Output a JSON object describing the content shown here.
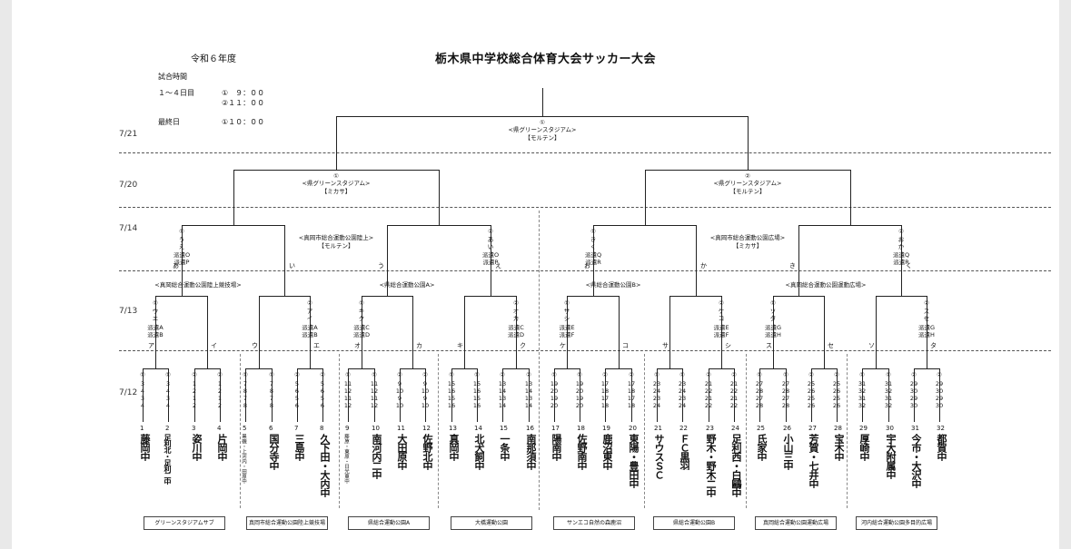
{
  "header": {
    "era": "令和６年度",
    "title": "栃木県中学校総合体育大会サッカー大会",
    "time_label": "試合時間",
    "days_label": "１〜４日目",
    "slot1": "①　９：００",
    "slot2": "②１１：００",
    "final_label": "最終日",
    "final_time": "①１０：００"
  },
  "dates": [
    "7/21",
    "7/20",
    "7/14",
    "7/13",
    "7/12"
  ],
  "final": {
    "num": "①",
    "venue": "<県グリーンスタジアム>",
    "sponsor": "【モルテン】"
  },
  "semis": [
    {
      "num": "①",
      "venue": "<県グリーンスタジアム>",
      "sponsor": "【ミカサ】"
    },
    {
      "num": "②",
      "venue": "<県グリーンスタジアム>",
      "sponsor": "【モルテン】"
    }
  ],
  "qf_venues": [
    {
      "venue": "<真岡市総合運動公園陸上>",
      "sponsor": "【モルテン】"
    },
    {
      "venue": "<真岡市総合運動公園広場>",
      "sponsor": "【ミカサ】"
    }
  ],
  "quarters": [
    {
      "num": "①",
      "kana": "う\nえ",
      "line1": "派遣O",
      "line2": "派遣P"
    },
    {
      "num": "②",
      "kana": "あ\nい",
      "line1": "派遣O",
      "line2": "派遣P"
    },
    {
      "num": "①",
      "kana": "き\nく",
      "line1": "派遣Q",
      "line2": "派遣R"
    },
    {
      "num": "②",
      "kana": "お\nか",
      "line1": "派遣Q",
      "line2": "派遣R"
    }
  ],
  "qf_slots": [
    "あ",
    "い",
    "う",
    "え",
    "お",
    "か",
    "き",
    "く"
  ],
  "r16_venues": [
    "<真岡総合運動公園陸上競技場>",
    "<県総合運動公園A>",
    "<県総合運動公園B>",
    "<真岡総合運動公園運動広場>"
  ],
  "r16": [
    {
      "num": "①",
      "kana": "ウ\nエ",
      "line1": "派遣A",
      "line2": "派遣B"
    },
    {
      "num": "②",
      "kana": "ア\nイ",
      "line1": "派遣A",
      "line2": "派遣B"
    },
    {
      "num": "①",
      "kana": "キ\nク",
      "line1": "派遣C",
      "line2": "派遣D"
    },
    {
      "num": "②",
      "kana": "オ\nカ",
      "line1": "派遣C",
      "line2": "派遣D"
    },
    {
      "num": "①",
      "kana": "サ\nシ",
      "line1": "派遣E",
      "line2": "派遣F"
    },
    {
      "num": "②",
      "kana": "ケ\nコ",
      "line1": "派遣E",
      "line2": "派遣F"
    },
    {
      "num": "①",
      "kana": "ソ\nタ",
      "line1": "派遣G",
      "line2": "派遣H"
    },
    {
      "num": "②",
      "kana": "ス\nセ",
      "line1": "派遣G",
      "line2": "派遣H"
    }
  ],
  "r16_slots": [
    "ア",
    "イ",
    "ウ",
    "エ",
    "オ",
    "カ",
    "キ",
    "ク",
    "ケ",
    "コ",
    "サ",
    "シ",
    "ス",
    "セ",
    "ソ",
    "タ"
  ],
  "r32": [
    {
      "num": "①",
      "refs": "3\n4\n3\n4"
    },
    {
      "num": "②",
      "refs": "1\n2\n1\n2"
    },
    {
      "num": "①",
      "refs": "7\n8\n7\n8"
    },
    {
      "num": "②",
      "refs": "5\n6\n5\n6"
    },
    {
      "num": "①",
      "refs": "11\n12\n11\n12"
    },
    {
      "num": "②",
      "refs": "9\n10\n9\n10"
    },
    {
      "num": "①",
      "refs": "15\n16\n15\n16"
    },
    {
      "num": "②",
      "refs": "13\n14\n13\n14"
    },
    {
      "num": "①",
      "refs": "19\n20\n19\n20"
    },
    {
      "num": "②",
      "refs": "17\n18\n17\n18"
    },
    {
      "num": "①",
      "refs": "23\n24\n23\n24"
    },
    {
      "num": "②",
      "refs": "21\n22\n21\n22"
    },
    {
      "num": "①",
      "refs": "27\n28\n27\n28"
    },
    {
      "num": "②",
      "refs": "25\n26\n25\n26"
    },
    {
      "num": "①",
      "refs": "31\n32\n31\n32"
    },
    {
      "num": "②",
      "refs": "29\n30\n29\n30"
    }
  ],
  "teams": [
    {
      "no": "1",
      "name": "藤岡中"
    },
    {
      "no": "2",
      "name": "足利北・足利二中",
      "style": "long"
    },
    {
      "no": "3",
      "name": "姿川中"
    },
    {
      "no": "4",
      "name": "片岡中"
    },
    {
      "no": "5",
      "name": "黒磯・上河内・田原中",
      "style": "xlong"
    },
    {
      "no": "6",
      "name": "国分寺中"
    },
    {
      "no": "7",
      "name": "三島中"
    },
    {
      "no": "8",
      "name": "久下田・大内中"
    },
    {
      "no": "9",
      "name": "藤原・東原・日光東中",
      "style": "xlong"
    },
    {
      "no": "10",
      "name": "南河内二中"
    },
    {
      "no": "11",
      "name": "大田原中"
    },
    {
      "no": "12",
      "name": "佐野北中"
    },
    {
      "no": "13",
      "name": "真岡中"
    },
    {
      "no": "14",
      "name": "北犬飼中"
    },
    {
      "no": "15",
      "name": "一条中"
    },
    {
      "no": "16",
      "name": "南那須中"
    },
    {
      "no": "17",
      "name": "陽南中"
    },
    {
      "no": "18",
      "name": "佐野南中"
    },
    {
      "no": "19",
      "name": "鹿沼東中"
    },
    {
      "no": "20",
      "name": "東陽・豊田中"
    },
    {
      "no": "21",
      "name": "サウスＳＣ"
    },
    {
      "no": "22",
      "name": "ＦＣ黒羽"
    },
    {
      "no": "23",
      "name": "野木・野木二中"
    },
    {
      "no": "24",
      "name": "足利西・白鷗中"
    },
    {
      "no": "25",
      "name": "氏家中"
    },
    {
      "no": "26",
      "name": "小山三中"
    },
    {
      "no": "27",
      "name": "芳賀・七井中"
    },
    {
      "no": "28",
      "name": "宝木中"
    },
    {
      "no": "29",
      "name": "厚崎中"
    },
    {
      "no": "30",
      "name": "宇大附属中"
    },
    {
      "no": "31",
      "name": "今市・大沢中"
    },
    {
      "no": "32",
      "name": "都賀中"
    }
  ],
  "bottom_venues": [
    "グリーンスタジアムサブ",
    "真岡市総合運動公園陸上競技場",
    "県総合運動公園A",
    "大橋運動公園",
    "サンエコ自然の森鹿沼",
    "県総合運動公園B",
    "真岡総合運動公園運動広場",
    "河内総合運動公園多目的広場"
  ]
}
